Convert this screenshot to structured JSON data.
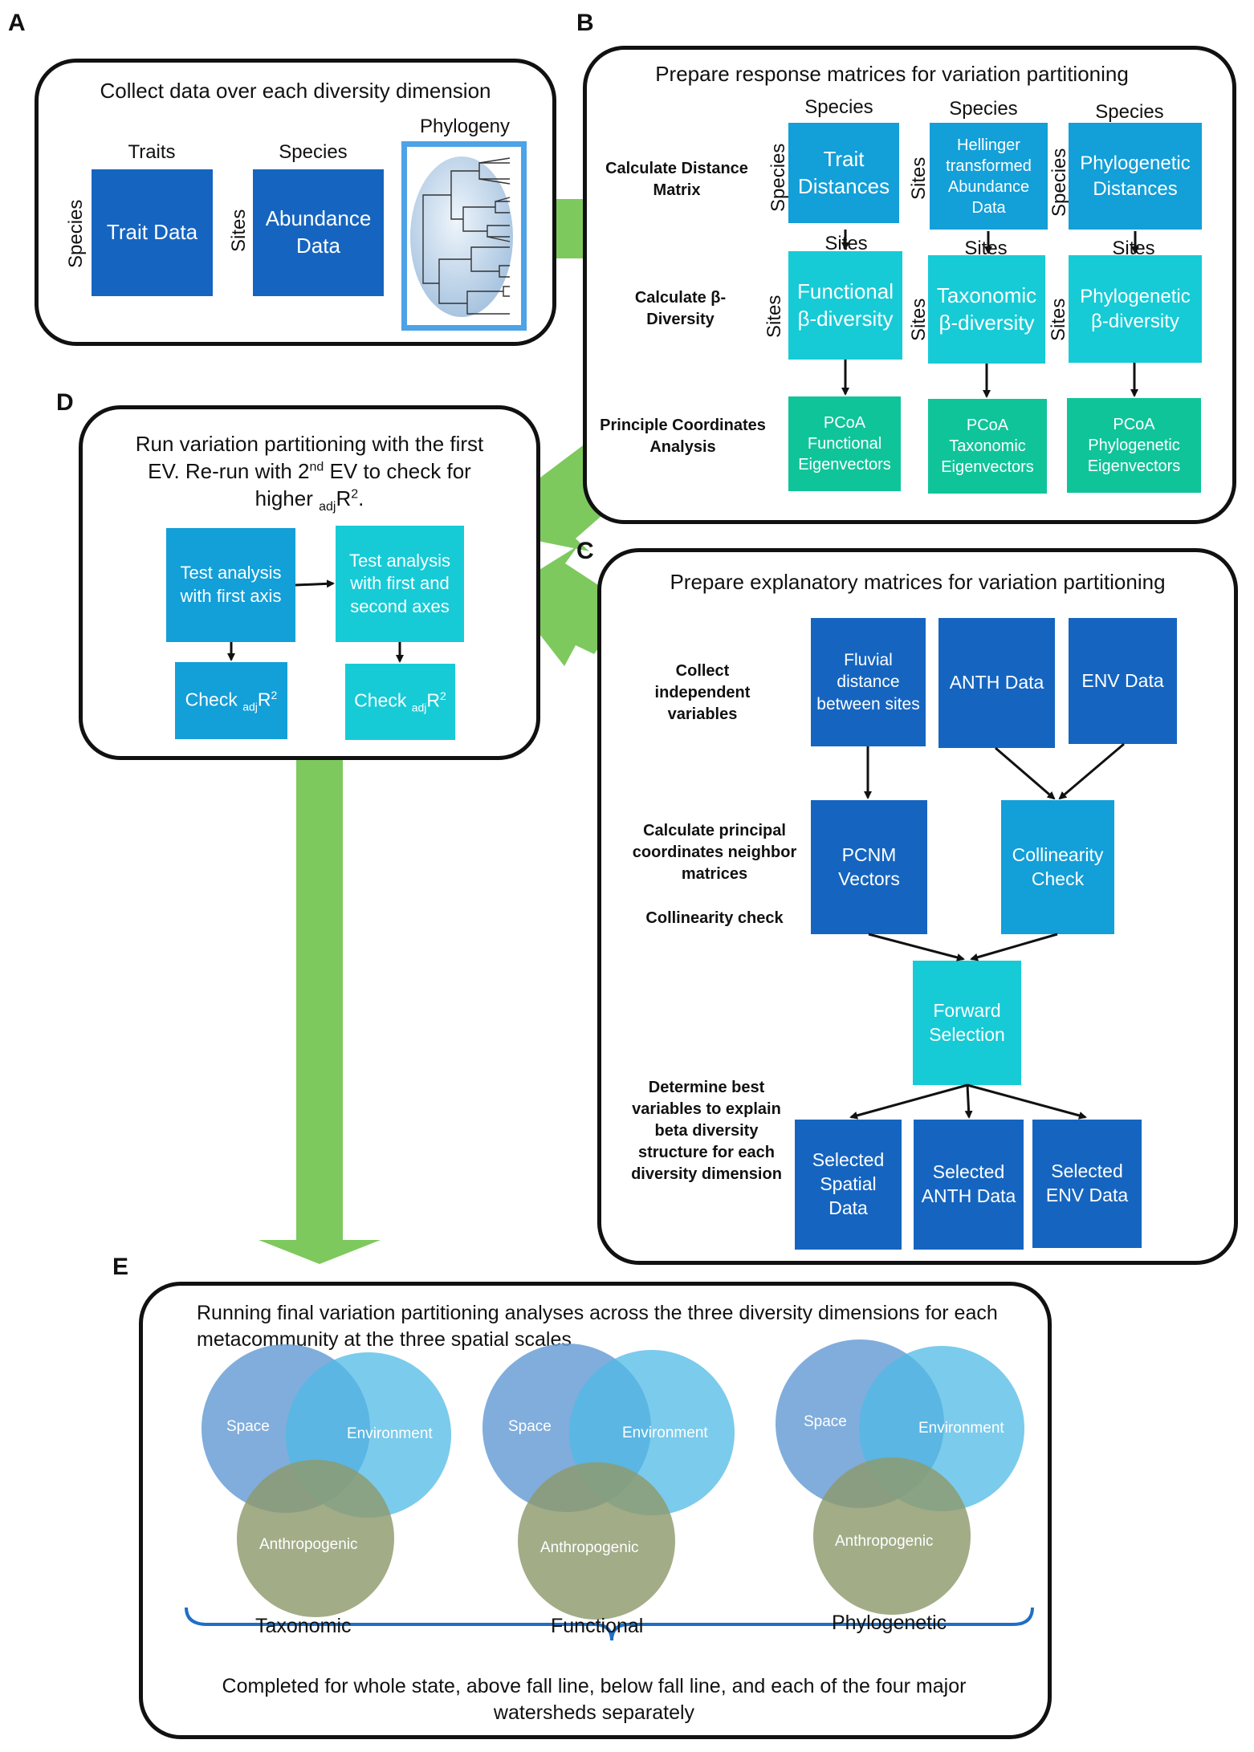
{
  "panels": {
    "A": {
      "letter": "A",
      "title": "Collect data over each diversity dimension",
      "traits_header": "Traits",
      "species_header": "Species",
      "phylogeny_header": "Phylogeny",
      "species_side": "Species",
      "sites_side": "Sites",
      "trait_box": "Trait Data",
      "abundance_box": "Abundance Data"
    },
    "B": {
      "letter": "B",
      "title": "Prepare response matrices for variation partitioning",
      "step_distance": "Calculate Distance Matrix",
      "step_beta": "Calculate β-Diversity",
      "step_pcoa": "Principle Coordinates Analysis",
      "col_header_1": "Species",
      "col_header_2": "Species",
      "col_header_3": "Species",
      "side_1": "Species",
      "side_2": "Sites",
      "side_3": "Species",
      "dist_1": "Trait Distances",
      "dist_2": "Hellinger transformed Abundance Data",
      "dist_3": "Phylogenetic Distances",
      "sites_below_1": "Sites",
      "sites_below_2": "Sites",
      "sites_below_3": "Sites",
      "beta_side_1": "Sites",
      "beta_side_2": "Sites",
      "beta_side_3": "Sites",
      "beta_1": "Functional β-diversity",
      "beta_2": "Taxonomic β-diversity",
      "beta_3": "Phylogenetic β-diversity",
      "pcoa_1": "PCoA Functional Eigenvectors",
      "pcoa_2": "PCoA Taxonomic Eigenvectors",
      "pcoa_3": "PCoA Phylogenetic Eigenvectors"
    },
    "C": {
      "letter": "C",
      "title": "Prepare explanatory matrices for variation partitioning",
      "step_collect": "Collect independent variables",
      "step_pcnm": "Calculate principal coordinates neighbor matrices",
      "step_collinearity": "Collinearity check",
      "step_determine": "Determine best variables to explain beta diversity structure for each diversity dimension",
      "fluvial": "Fluvial distance between sites",
      "anth": "ANTH Data",
      "env": "ENV Data",
      "pcnm": "PCNM Vectors",
      "collin": "Collinearity Check",
      "forward": "Forward Selection",
      "sel_spatial": "Selected Spatial Data",
      "sel_anth": "Selected ANTH Data",
      "sel_env": "Selected ENV Data"
    },
    "D": {
      "letter": "D",
      "title_line1": "Run variation partitioning with the first",
      "title_line2_pre": "EV. Re-run with 2",
      "title_line2_sup": "nd",
      "title_line2_post": " EV to check for",
      "title_line3_pre": "higher ",
      "title_line3_sub": "adj",
      "title_line3_mid": "R",
      "title_line3_sup": "2",
      "title_line3_post": ".",
      "test1": "Test analysis with first axis",
      "test2": "Test analysis with first and second axes",
      "check_pre": "Check ",
      "check_sub": "adj",
      "check_mid": "R",
      "check_sup": "2"
    },
    "E": {
      "letter": "E",
      "title": "Running final variation partitioning analyses across the three diversity dimensions for each metacommunity at the three spatial scales",
      "venn_space": "Space",
      "venn_env": "Environment",
      "venn_anth": "Anthropogenic",
      "label_taxonomic": "Taxonomic",
      "label_functional": "Functional",
      "label_phylogenetic": "Phylogenetic",
      "footer": "Completed for whole state, above fall line, below fall line, and each of the four major watersheds separately"
    }
  },
  "colors": {
    "dark_blue": "#1565c0",
    "mid_blue": "#139fd8",
    "cyan": "#16cbd6",
    "teal": "#10c49a",
    "arrow_green": "#7dc95e",
    "venn_space": "#6a9fd6",
    "venn_env": "#4fb9e6",
    "venn_anth": "#8e9a6c",
    "brace_blue": "#1f6fc5"
  }
}
